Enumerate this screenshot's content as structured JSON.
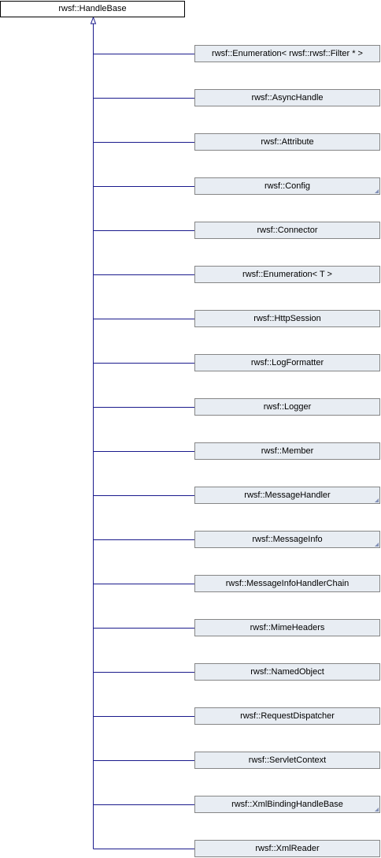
{
  "base": {
    "label": "rwsf::HandleBase"
  },
  "children": [
    {
      "label": "rwsf::Enumeration< rwsf::rwsf::Filter * >",
      "has_more": false
    },
    {
      "label": "rwsf::AsyncHandle",
      "has_more": false
    },
    {
      "label": "rwsf::Attribute",
      "has_more": false
    },
    {
      "label": "rwsf::Config",
      "has_more": true
    },
    {
      "label": "rwsf::Connector",
      "has_more": false
    },
    {
      "label": "rwsf::Enumeration< T >",
      "has_more": false
    },
    {
      "label": "rwsf::HttpSession",
      "has_more": false
    },
    {
      "label": "rwsf::LogFormatter",
      "has_more": false
    },
    {
      "label": "rwsf::Logger",
      "has_more": false
    },
    {
      "label": "rwsf::Member",
      "has_more": false
    },
    {
      "label": "rwsf::MessageHandler",
      "has_more": true
    },
    {
      "label": "rwsf::MessageInfo",
      "has_more": true
    },
    {
      "label": "rwsf::MessageInfoHandlerChain",
      "has_more": false
    },
    {
      "label": "rwsf::MimeHeaders",
      "has_more": false
    },
    {
      "label": "rwsf::NamedObject",
      "has_more": false
    },
    {
      "label": "rwsf::RequestDispatcher",
      "has_more": false
    },
    {
      "label": "rwsf::ServletContext",
      "has_more": false
    },
    {
      "label": "rwsf::XmlBindingHandleBase",
      "has_more": true
    },
    {
      "label": "rwsf::XmlReader",
      "has_more": false
    }
  ],
  "colors": {
    "edge": "#1a1a8c",
    "node_fill": "#e8edf3",
    "node_border": "#868686",
    "base_border": "#000000",
    "more_marker": "#8492b8"
  }
}
